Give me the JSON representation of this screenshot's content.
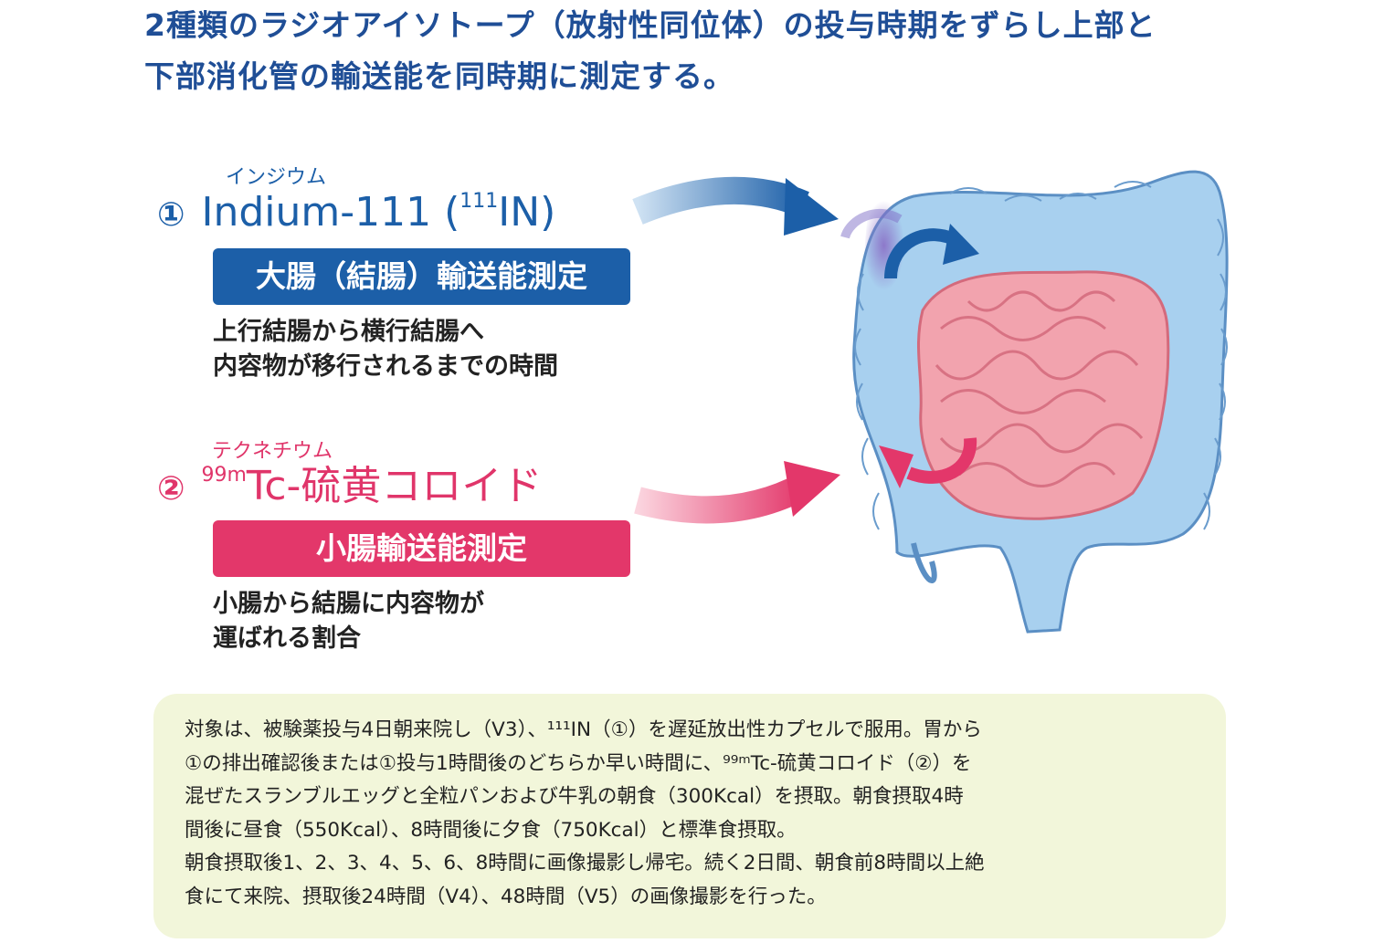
{
  "headline": {
    "line1": "2種類のラジオアイソトープ（放射性同位体）の投与時期をずらし上部と",
    "line2": "下部消化管の輸送能を同時期に測定する。"
  },
  "tracer1": {
    "ruby": "インジウム",
    "number": "①",
    "name_before_sup": "Indium-111 (",
    "sup": "111",
    "name_after_sup": "IN)",
    "pill": "大腸（結腸）輸送能測定",
    "desc_line1": "上行結腸から横行結腸へ",
    "desc_line2": "内容物が移行されるまでの時間"
  },
  "tracer2": {
    "ruby": "テクネチウム",
    "number": "②",
    "sup": "99m",
    "name": "Tc-硫黄コロイド",
    "pill": "小腸輸送能測定",
    "desc_line1": "小腸から結腸に内容物が",
    "desc_line2": "運ばれる割合"
  },
  "note": {
    "line1": "対象は、被験薬投与4日朝来院し（V3）、¹¹¹IN（①）を遅延放出性カプセルで服用。胃から",
    "line2": "①の排出確認後または①投与1時間後のどちらか早い時間に、⁹⁹ᵐTc-硫黄コロイド（②）を",
    "line3": "混ぜたスランブルエッグと全粒パンおよび牛乳の朝食（300Kcal）を摂取。朝食摂取4時",
    "line4": "間後に昼食（550Kcal）、8時間後に夕食（750Kcal）と標準食摂取。",
    "line5": "朝食摂取後1、2、3、4、5、6、8時間に画像撮影し帰宅。続く2日間、朝食前8時間以上絶",
    "line6": "食にて来院、摂取後24時間（V4）、48時間（V5）の画像撮影を行った。"
  },
  "colors": {
    "blue": "#1c5fa8",
    "pink": "#e3376a",
    "headline": "#1f4e96",
    "note_bg": "#f2f6da",
    "colon": "#9cc8ea",
    "small_intestine": "#ef9aa6"
  }
}
